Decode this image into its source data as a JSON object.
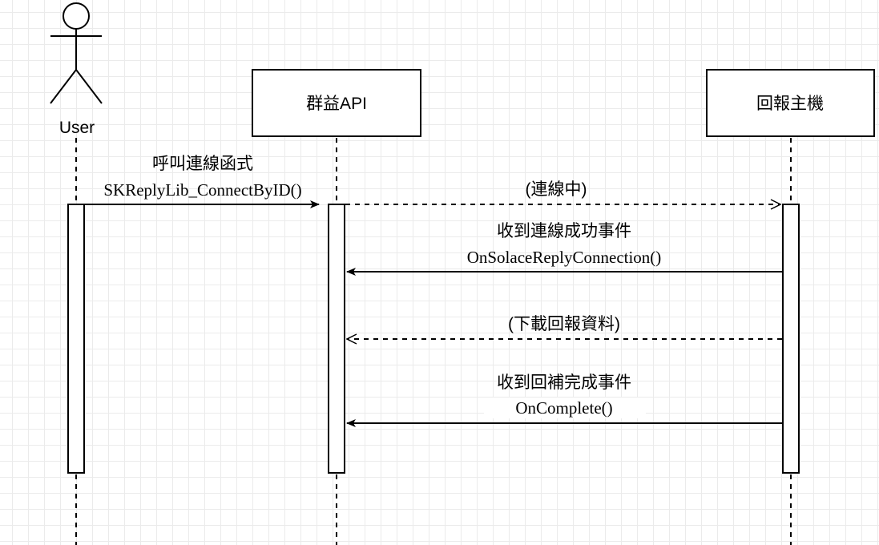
{
  "actors": {
    "user": {
      "label": "User"
    }
  },
  "participants": {
    "api": {
      "label": "群益API"
    },
    "host": {
      "label": "回報主機"
    }
  },
  "messages": [
    {
      "from": "user",
      "to": "api",
      "line": "solid",
      "head": "filled",
      "label_top": "呼叫連線函式",
      "label_bottom": "SKReplyLib_ConnectByID()"
    },
    {
      "from": "api",
      "to": "host",
      "line": "dashed",
      "head": "open",
      "label_top": "(連線中)"
    },
    {
      "from": "host",
      "to": "api",
      "line": "solid",
      "head": "filled",
      "label_top": "收到連線成功事件",
      "label_bottom": "OnSolaceReplyConnection()"
    },
    {
      "from": "host",
      "to": "api",
      "line": "dashed",
      "head": "open",
      "label_top": "(下載回報資料)"
    },
    {
      "from": "host",
      "to": "api",
      "line": "solid",
      "head": "filled",
      "label_top": "收到回補完成事件",
      "label_bottom": "OnComplete()"
    }
  ]
}
